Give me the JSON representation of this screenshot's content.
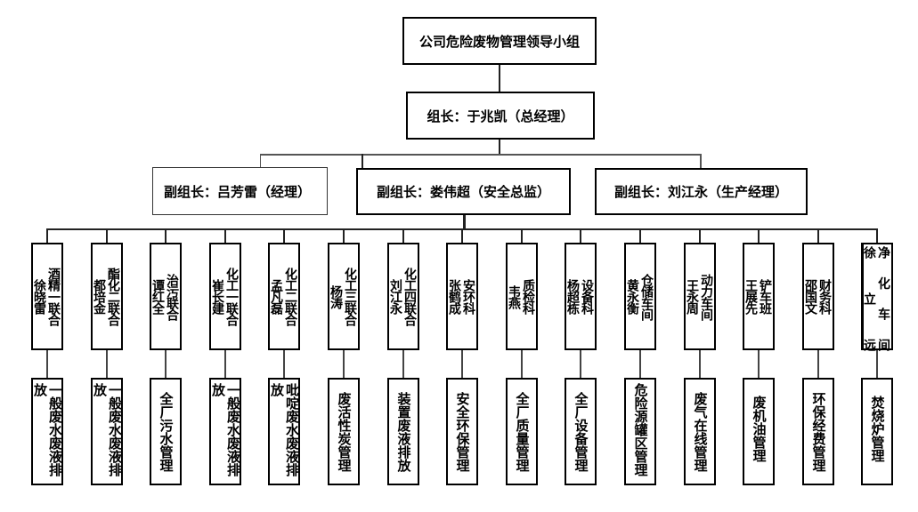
{
  "title": "公司危险废物管理领导小组",
  "leader": "组长：于兆凯（总经理）",
  "deputies": [
    {
      "label": "副组长：吕芳雷（经理）"
    },
    {
      "label": "副组长：娄伟超（安全总监）"
    },
    {
      "label": "副组长：刘江永（生产经理）"
    }
  ],
  "units": [
    {
      "dept": "酒精一联合",
      "person": "徐晓雷",
      "duty": "一般废水废液排放"
    },
    {
      "dept": "酯化二联合",
      "person": "都培金",
      "duty": "一般废水废液排放"
    },
    {
      "dept": "治污联合",
      "person": "谭红全",
      "duty": "全厂污水管理"
    },
    {
      "dept": "化工一联合",
      "person": "崔长建",
      "duty": "一般废水废液排放"
    },
    {
      "dept": "化工二联合",
      "person": "孟凡磊",
      "duty": "吡啶废水废液排放"
    },
    {
      "dept": "化工三联合",
      "person": "杨涛",
      "duty": "废活性炭管理"
    },
    {
      "dept": "化工四联合",
      "person": "刘江永",
      "duty": "装置废液排放"
    },
    {
      "dept": "安环科",
      "person": "张鹤成",
      "duty": "安全环保管理"
    },
    {
      "dept": "质检科",
      "person": "韦燕",
      "duty": "全厂质量管理"
    },
    {
      "dept": "设备科",
      "person": "杨超栋",
      "duty": "全厂设备管理"
    },
    {
      "dept": "仓储车间",
      "person": "黄永衡",
      "duty": "危险源罐区管理"
    },
    {
      "dept": "动力车间",
      "person": "王永周",
      "duty": "废气在线管理"
    },
    {
      "dept": "铲车班",
      "person": "王展先",
      "duty": "废机油管理"
    },
    {
      "dept": "财务科",
      "person": "邵国文",
      "duty": "环保经费管理"
    },
    {
      "dept": "净化车间",
      "person": "徐立远",
      "duty": "焚烧炉管理"
    }
  ]
}
